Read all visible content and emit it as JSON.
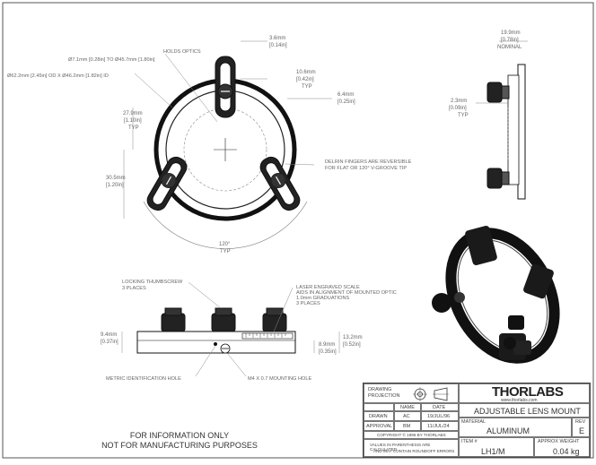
{
  "views": {
    "front": {
      "labels": {
        "holds_optics": "HOLDS OPTICS",
        "optic_range": "Ø7.1mm [0.28in] TO Ø45.7mm [1.80in]",
        "od_id": "Ø62.2mm [2.45in] OD X Ø46.2mm [1.82in] ID",
        "delrin_note_1": "DELRIN FINGERS ARE REVERSIBLE",
        "delrin_note_2": "FOR FLAT OR 120° V-GROOVE TIP"
      },
      "dims": {
        "d1_mm": "3.6mm",
        "d1_in": "[0.14in]",
        "d2_mm": "10.6mm",
        "d2_in": "[0.42in]",
        "d2_typ": "TYP",
        "d3_mm": "6.4mm",
        "d3_in": "[0.25in]",
        "d4_mm": "27.9mm",
        "d4_in": "[1.10in]",
        "d4_typ": "TYP",
        "d5_mm": "30.5mm",
        "d5_in": "[1.20in]",
        "angle": "120°",
        "angle_typ": "TYP"
      }
    },
    "side": {
      "dims": {
        "w_mm": "19.9mm",
        "w_in": "[0.78in]",
        "w_note": "NOMINAL",
        "t_mm": "2.3mm",
        "t_in": "[0.09in]",
        "t_typ": "TYP"
      }
    },
    "bottom": {
      "labels": {
        "thumbscrew_1": "LOCKING THUMBSCREW",
        "thumbscrew_2": "3 PLACES",
        "scale_1": "LASER ENGRAVED SCALE",
        "scale_2": "AIDS IN ALIGNMENT OF MOUNTED OPTIC",
        "scale_3": "1.0mm GRADUATIONS",
        "scale_4": "3 PLACES",
        "metric_hole": "METRIC IDENTIFICATION HOLE",
        "m4_hole": "M4 X 0.7 MOUNTING HOLE"
      },
      "dims": {
        "h_mm": "9.4mm",
        "h_in": "[0.37in]",
        "e_mm": "8.9mm",
        "e_in": "[0.35in]",
        "f_mm": "13.2mm",
        "f_in": "[0.52in]"
      }
    }
  },
  "title_block": {
    "drawing_projection_1": "DRAWING",
    "drawing_projection_2": "PROJECTION",
    "col_name": "NAME",
    "col_date": "DATE",
    "drawn_label": "DRAWN",
    "drawn_name": "AC",
    "drawn_date": "19/JUL/96",
    "approval_label": "APPROVAL",
    "approval_name": "BM",
    "approval_date": "11/JUL/24",
    "copyright": "COPYRIGHT © 1996 BY THORLABS",
    "values_note_1": "VALUES IN PARENTHESIS ARE CALCULATED",
    "values_note_2": "AND MAY CONTAIN ROUNDOFF ERRORS",
    "brand": "THORLABS",
    "website": "www.thorlabs.com",
    "title": "ADJUSTABLE LENS MOUNT",
    "material_label": "MATERIAL",
    "material_value": "ALUMINUM",
    "rev_label": "REV",
    "rev_value": "E",
    "item_label": "ITEM #",
    "item_value": "LH1/M",
    "weight_label": "APPROX WEIGHT",
    "weight_value": "0.04 kg"
  },
  "disclaimer": {
    "line1": "FOR INFORMATION ONLY",
    "line2": "NOT FOR MANUFACTURING PURPOSES"
  }
}
